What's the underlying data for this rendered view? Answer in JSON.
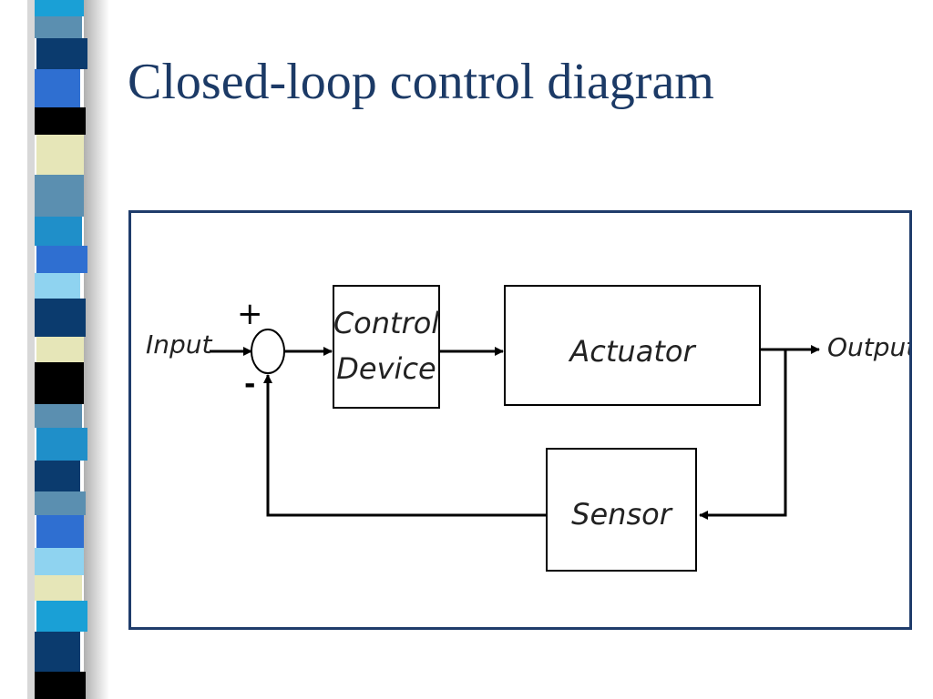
{
  "slide": {
    "title": "Closed-loop control diagram"
  },
  "diagram": {
    "input_label": "Input",
    "output_label": "Output",
    "plus_sign": "+",
    "minus_sign": "-",
    "control_device_line1": "Control",
    "control_device_line2": "Device",
    "actuator_label": "Actuator",
    "sensor_label": "Sensor"
  },
  "strip_colors": [
    "#1aa0d6",
    "#5b8fb0",
    "#0b3b6e",
    "#2f6fd1",
    "#000000",
    "#e6e6b8",
    "#8fd3f0",
    "#5b8fb0",
    "#1f8fc9"
  ]
}
